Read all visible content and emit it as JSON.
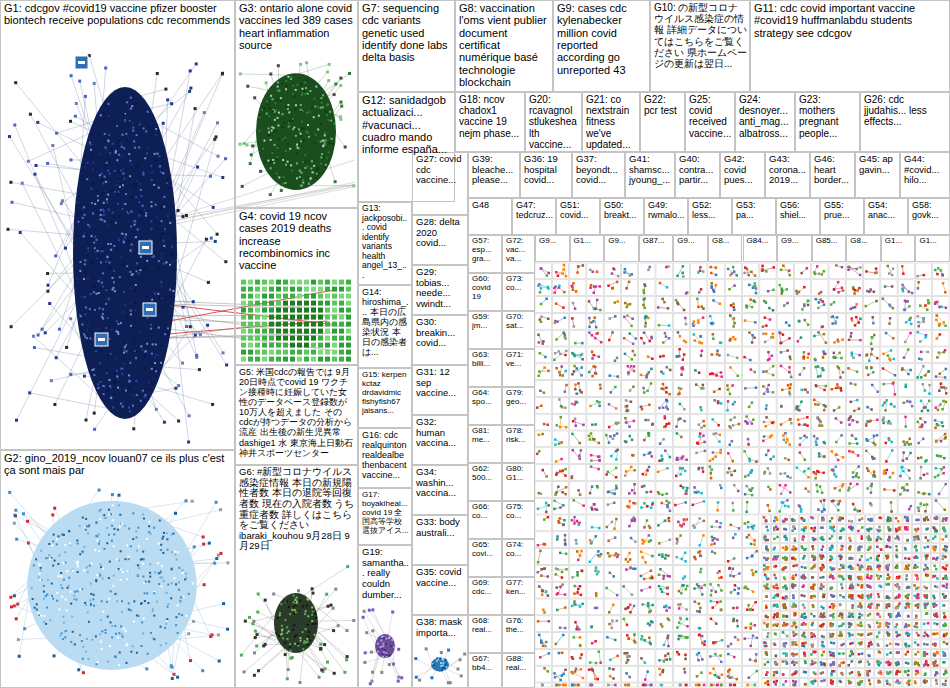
{
  "diagram": {
    "nodes": [
      {
        "text": [
          "G1: cdcgov #covid19 vaccine pfizer booster biontech receive populations cdc recommends"
        ]
      },
      {
        "text": [
          "G3: ontario alone covid vaccines led 389 cases heart inflammation source"
        ]
      },
      {
        "text": [
          "G7: sequencing cdc variants genetic used identify done labs delta basis"
        ]
      },
      {
        "text": [
          "G8: vaccination l'oms vient publier document certificat numérique basé technologie blockchain"
        ]
      },
      {
        "text": [
          "G9: cases cdc kylenabecker million covid reported according go unreported 43"
        ]
      },
      {
        "text": [
          "G10: の新型コロナウイルス感染症の情報 詳細データについてはこちらをご覧ください 県ホームページの更新は翌日..."
        ]
      },
      {
        "text": [
          "G11: cdc covid important vaccine #covid19 huffmanlabdu students strategy see cdcgov"
        ]
      },
      {
        "text": [
          "G12: sanidadgob actualizaci... #vacunaci... cuadro mando informe españa..."
        ]
      },
      {
        "text": [
          "G18: ncov chadox1 vaccine 19 nejm phase..."
        ]
      },
      {
        "text": [
          "G20: rcavagnol stlukeshealth vaccine..."
        ]
      },
      {
        "text": [
          "G21: co nextstrain fitness we've updated..."
        ]
      },
      {
        "text": [
          "G22: pcr test"
        ]
      },
      {
        "text": [
          "G25: covid received vaccine..."
        ]
      },
      {
        "text": [
          "G24: desnoyer... anti_mag... albatross..."
        ]
      },
      {
        "text": [
          "G23: mothers pregnant people..."
        ]
      },
      {
        "text": [
          "G26: cdc jjudahis... less effects..."
        ]
      },
      {
        "text": [
          "G4: covid 19 ncov cases 2019 deaths increase recombinomics inc vaccine"
        ]
      },
      {
        "text": [
          "G13: jackposobi... covid identify variants health angel_13_..."
        ]
      },
      {
        "text": [
          "G27: covid cdc vaccine..."
        ]
      },
      {
        "text": [
          "G39: bleache... please..."
        ]
      },
      {
        "text": [
          "G36: 19 hospital covid..."
        ]
      },
      {
        "text": [
          "G37: beyondt... covid..."
        ]
      },
      {
        "text": [
          "G41: shamsc... jyoung_..."
        ]
      },
      {
        "text": [
          "G40: contra... partir..."
        ]
      },
      {
        "text": [
          "G42: covid pues..."
        ]
      },
      {
        "text": [
          "G43: corona... 2019..."
        ]
      },
      {
        "text": [
          "G46: heart border..."
        ]
      },
      {
        "text": [
          "G45: ap gavin..."
        ]
      },
      {
        "text": [
          "G44: #covid... hilo..."
        ]
      },
      {
        "text": [
          "G48"
        ]
      },
      {
        "text": [
          "G47: tedcruz..."
        ]
      },
      {
        "text": [
          "G51: covid..."
        ]
      },
      {
        "text": [
          "G50: breakt..."
        ]
      },
      {
        "text": [
          "G49: rwmalo..."
        ]
      },
      {
        "text": [
          "G52: less..."
        ]
      },
      {
        "text": [
          "G53: pa..."
        ]
      },
      {
        "text": [
          "G56: shiel..."
        ]
      },
      {
        "text": [
          "G55: prue..."
        ]
      },
      {
        "text": [
          "G54: anac..."
        ]
      },
      {
        "text": [
          "G58: govk..."
        ]
      },
      {
        "text": [
          "G28: delta 2020 covid..."
        ]
      },
      {
        "text": [
          "G29: tobias... neede... vwindt..."
        ]
      },
      {
        "text": [
          "G30: breakin... covid..."
        ]
      },
      {
        "text": [
          "G31: 12 sep vaccine..."
        ]
      },
      {
        "text": [
          "G32: human vaccina..."
        ]
      },
      {
        "text": [
          "G34: washin... vaccina..."
        ]
      },
      {
        "text": [
          "G33: body australi..."
        ]
      },
      {
        "text": [
          "G35: covid vaccine..."
        ]
      },
      {
        "text": [
          "G38: mask importa..."
        ]
      },
      {
        "text": [
          "G14: hiroshima_... 本日の広島県内の感染状況 本日の感染者は..."
        ]
      },
      {
        "text": [
          "G15: kerpen kctaz drdavidmic fishyfish67 jaisans..."
        ]
      },
      {
        "text": [
          "G16: cdc realquinton realdealbe thenbacent vaccine..."
        ]
      },
      {
        "text": [
          "G17: boyakiheal... covid 19 全国高等学校選抜アイス..."
        ]
      },
      {
        "text": [
          "G19: samantha... really couldn dumber..."
        ]
      },
      {
        "text": [
          "G5: 米国cdcの報告では 9月20日時点でcovid 19 ワクチン接種時に妊娠していた女性のデータベース登録数が10万人を超えました そのcdcが持つデータの分析から 流産 出生後の新生児異常 dashige1 水 東京海上日動石神井スポーツセンター"
        ]
      },
      {
        "text": [
          "G6: #新型コロナウイルス感染症情報 本日の新規陽性者数 本日の退院等回復者数 現在の入院者数 うち重症者数 詳しくはこちらをご覧ください ibaraki_kouhou 9月28日 9月29日"
        ]
      },
      {
        "text": [
          "G2: gino_2019_ncov louan07 ce ils plus c'est ça sont mais par"
        ]
      },
      {
        "text": [
          "G57: esp... gra..."
        ]
      },
      {
        "text": [
          "G60: covid 19"
        ]
      },
      {
        "text": [
          "G59: jm..."
        ]
      },
      {
        "text": [
          "G63: billi..."
        ]
      },
      {
        "text": [
          "G64: spo..."
        ]
      },
      {
        "text": [
          "G81: me..."
        ]
      },
      {
        "text": [
          "G62: 500..."
        ]
      },
      {
        "text": [
          "G66: co..."
        ]
      },
      {
        "text": [
          "G65: covi..."
        ]
      },
      {
        "text": [
          "G69: cdc..."
        ]
      },
      {
        "text": [
          "G68: real..."
        ]
      },
      {
        "text": [
          "G67: bb4..."
        ]
      },
      {
        "text": [
          "G72: vac... va..."
        ]
      },
      {
        "text": [
          "G73: co..."
        ]
      },
      {
        "text": [
          "G70: sat..."
        ]
      },
      {
        "text": [
          "G71: ve..."
        ]
      },
      {
        "text": [
          "G79: geo..."
        ]
      },
      {
        "text": [
          "G78: risk..."
        ]
      },
      {
        "text": [
          "G80: G1..."
        ]
      },
      {
        "text": [
          "G75: co..."
        ]
      },
      {
        "text": [
          "G74: co..."
        ]
      },
      {
        "text": [
          "G77: ken..."
        ]
      },
      {
        "text": [
          "G76: the..."
        ]
      },
      {
        "text": [
          "G88: real..."
        ]
      },
      {
        "text": [
          "G9..."
        ]
      },
      {
        "text": [
          "G1..."
        ]
      },
      {
        "text": [
          "G9..."
        ]
      },
      {
        "text": [
          "G87..."
        ]
      },
      {
        "text": [
          "G9..."
        ]
      },
      {
        "text": [
          "G8..."
        ]
      },
      {
        "text": [
          "G84..."
        ]
      },
      {
        "text": [
          "G9..."
        ]
      },
      {
        "text": [
          "G85..."
        ]
      },
      {
        "text": [
          "G8..."
        ]
      },
      {
        "text": [
          "G1..."
        ]
      },
      {
        "text": [
          "G1..."
        ]
      }
    ]
  }
}
